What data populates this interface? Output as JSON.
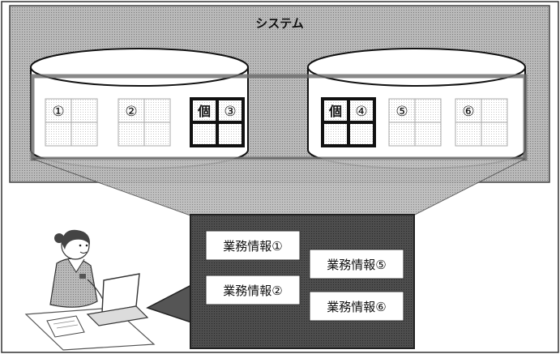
{
  "system": {
    "title": "システム"
  },
  "databases": [
    {
      "tables": [
        {
          "number": "①",
          "personal": false
        },
        {
          "number": "②",
          "personal": false
        },
        {
          "number": "③",
          "personal": true,
          "personal_label": "個"
        }
      ]
    },
    {
      "tables": [
        {
          "number": "④",
          "personal": true,
          "personal_label": "個"
        },
        {
          "number": "⑤",
          "personal": false
        },
        {
          "number": "⑥",
          "personal": false
        }
      ]
    }
  ],
  "screen": {
    "items": [
      "業務情報①",
      "業務情報②",
      "業務情報⑤",
      "業務情報⑥"
    ]
  },
  "colors": {
    "system_fill": "#9a9a9a",
    "screen_fill": "#4a4a4a",
    "accent_dark": "#111111"
  }
}
